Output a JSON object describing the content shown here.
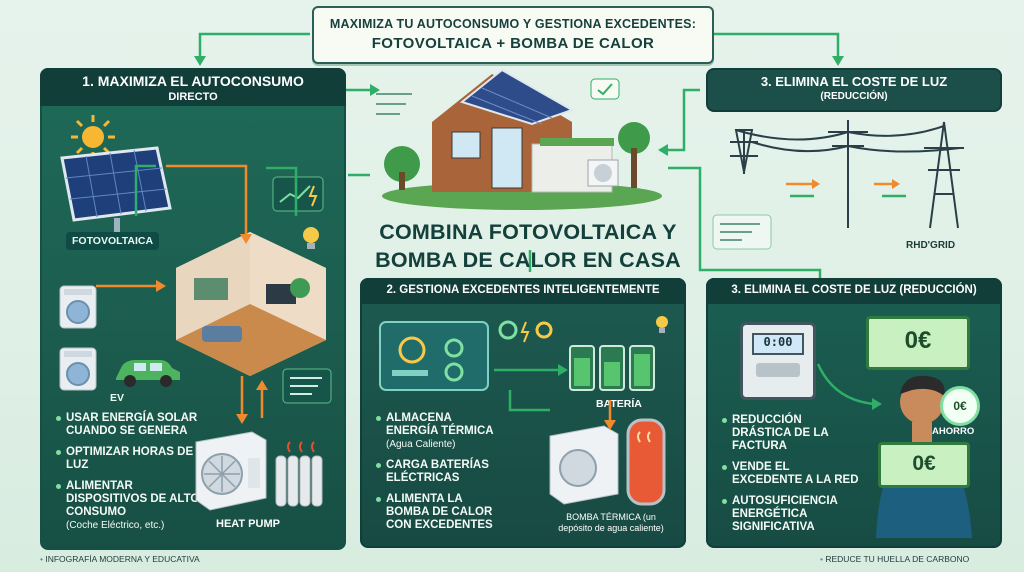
{
  "banner": {
    "line1": "MAXIMIZA TU AUTOCONSUMO Y GESTIONA EXCEDENTES:",
    "line2": "FOTOVOLTAICA + BOMBA DE CALOR"
  },
  "left_panel": {
    "title_line1": "1. MAXIMIZA EL AUTOCONSUMO",
    "title_line2": "DIRECTO",
    "label_pv": "FOTOVOLTAICA",
    "label_ev": "EV",
    "label_heat_pump": "HEAT PUMP",
    "bullets": [
      {
        "text": "USAR ENERGÍA SOLAR CUANDO SE GENERA"
      },
      {
        "text": "OPTIMIZAR HORAS DE LUZ"
      },
      {
        "text": "ALIMENTAR DISPOSITIVOS DE ALTO CONSUMO",
        "sub": "(Coche Eléctrico, etc.)"
      }
    ]
  },
  "center": {
    "title": "COMBINA FOTOVOLTAICA Y BOMBA DE CALOR EN CASA"
  },
  "top_right": {
    "title_line1": "3. ELIMINA EL COSTE DE LUZ",
    "title_line2": "(REDUCCIÓN)",
    "label_grid": "RHD'GRID"
  },
  "mid_panel": {
    "title": "2. GESTIONA EXCEDENTES INTELIGENTEMENTE",
    "label_battery": "BATERÍA",
    "label_tank": "BOMBA TÉRMICA (un depósito de agua caliente)",
    "bullets": [
      {
        "text": "ALMACENA ENERGÍA TÉRMICA",
        "sub": "(Agua Caliente)"
      },
      {
        "text": "CARGA BATERÍAS ELÉCTRICAS"
      },
      {
        "text": "ALIMENTA LA BOMBA DE CALOR CON EXCEDENTES"
      }
    ]
  },
  "br_panel": {
    "title": "3. ELIMINA EL COSTE DE LUZ (REDUCCIÓN)",
    "meter_display": "0:00",
    "bill_value": "0€",
    "hand_bill_value": "0€",
    "savings_value": "0€",
    "savings_label": "AHORRO",
    "bullets": [
      {
        "text": "REDUCCIÓN DRÁSTICA DE LA FACTURA"
      },
      {
        "text": "VENDE EL EXCEDENTE A LA RED"
      },
      {
        "text": "AUTOSUFICIENCIA ENERGÉTICA SIGNIFICATIVA"
      }
    ]
  },
  "footer": {
    "left": "INFOGRAFÍA MODERNA Y EDUCATIVA",
    "right": "REDUCE TU HUELLA DE CARBONO"
  },
  "colors": {
    "panel_green": "#1c5e50",
    "header_dark": "#123e3a",
    "accent_green": "#2fae67",
    "accent_orange": "#f08a2c"
  }
}
